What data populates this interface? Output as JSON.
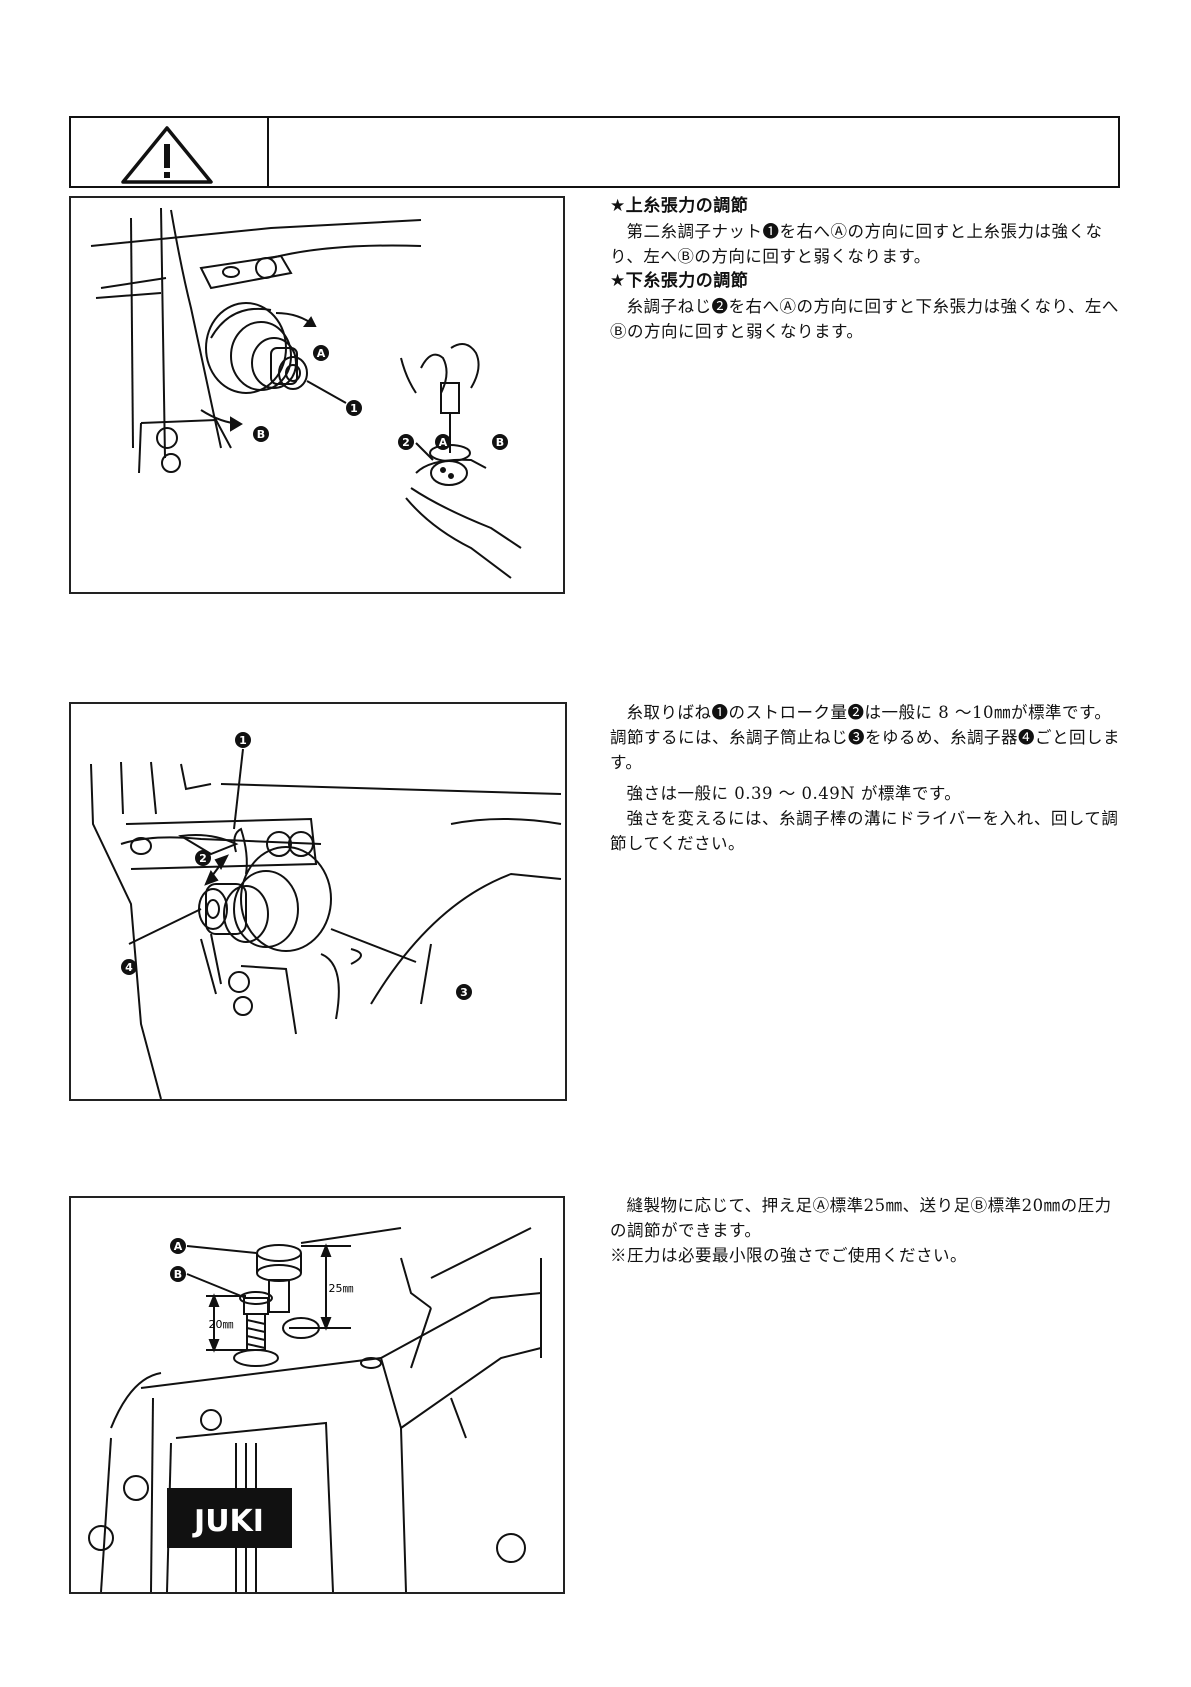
{
  "warning": {
    "icon": "warning-triangle-icon",
    "message": ""
  },
  "section_tension": {
    "upper_heading": "★上糸張力の調節",
    "upper_body": "第二糸調子ナット❶を右へⒶの方向に回すと上糸張力は強くなり、左へⒷの方向に回すと弱くなります。",
    "lower_heading": "★下糸張力の調節",
    "lower_body": "糸調子ねじ❷を右へⒶの方向に回すと下糸張力は強くなり、左へⒷの方向に回すと弱くなります。",
    "figure_labels": {
      "A": "A",
      "B": "B",
      "n1": "1",
      "n2": "2"
    }
  },
  "section_spring": {
    "para1": "糸取りばね❶のストローク量❷は一般に 8 ～10㎜が標準です。調節するには、糸調子筒止ねじ❸をゆるめ、糸調子器❹ごと回します。",
    "para2": "強さは一般に 0.39 ～ 0.49N が標準です。",
    "para3": "強さを変えるには、糸調子棒の溝にドライバーを入れ、回して調節してください。",
    "figure_labels": {
      "n1": "1",
      "n2": "2",
      "n3": "3",
      "n4": "4"
    }
  },
  "section_pressure": {
    "para1": "縫製物に応じて、押え足Ⓐ標準25㎜、送り足Ⓑ標準20㎜の圧力の調節ができます。",
    "para2": "※圧力は必要最小限の強さでご使用ください。",
    "figure_labels": {
      "A": "A",
      "B": "B",
      "dim_a": "25㎜",
      "dim_b": "20㎜",
      "logo": "JUKI"
    }
  }
}
